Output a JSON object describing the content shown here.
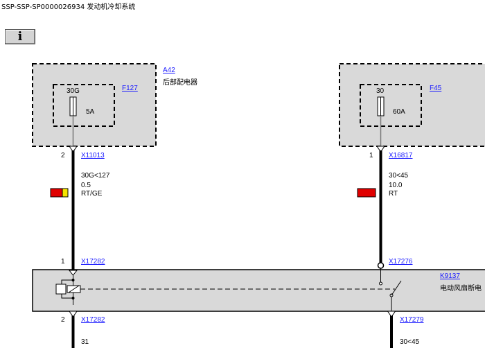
{
  "title": "SSP-SSP-SP0000026934 发动机冷却系统",
  "info_button": {
    "label": "i"
  },
  "colors": {
    "red": "#e00000",
    "yellow": "#f5e400",
    "link": "#1a1aff",
    "box_fill": "#d9d9d9"
  },
  "left_block": {
    "component": "A42",
    "component_desc": "后部配电器",
    "fuse_id": "F127",
    "fuse_terminal": "30G",
    "fuse_rating": "5A",
    "pin_top": "2",
    "connector_top": "X11013",
    "wire_signal": "30G<127",
    "wire_size": "0.5",
    "wire_color": "RT/GE",
    "relay_pin_top": "1",
    "relay_connector_top": "X17282",
    "relay_pin_bottom": "2",
    "relay_connector_bottom": "X17282",
    "bottom_signal": "31"
  },
  "right_block": {
    "fuse_id": "F45",
    "fuse_terminal": "30",
    "fuse_rating": "60A",
    "pin_top": "1",
    "connector_top": "X16817",
    "wire_signal": "30<45",
    "wire_size": "10.0",
    "wire_color": "RT",
    "relay_connector_top": "X17276",
    "relay_connector_bottom": "X17279",
    "bottom_signal": "30<45"
  },
  "relay": {
    "component": "K9137",
    "component_desc": "电动风扇断电"
  }
}
